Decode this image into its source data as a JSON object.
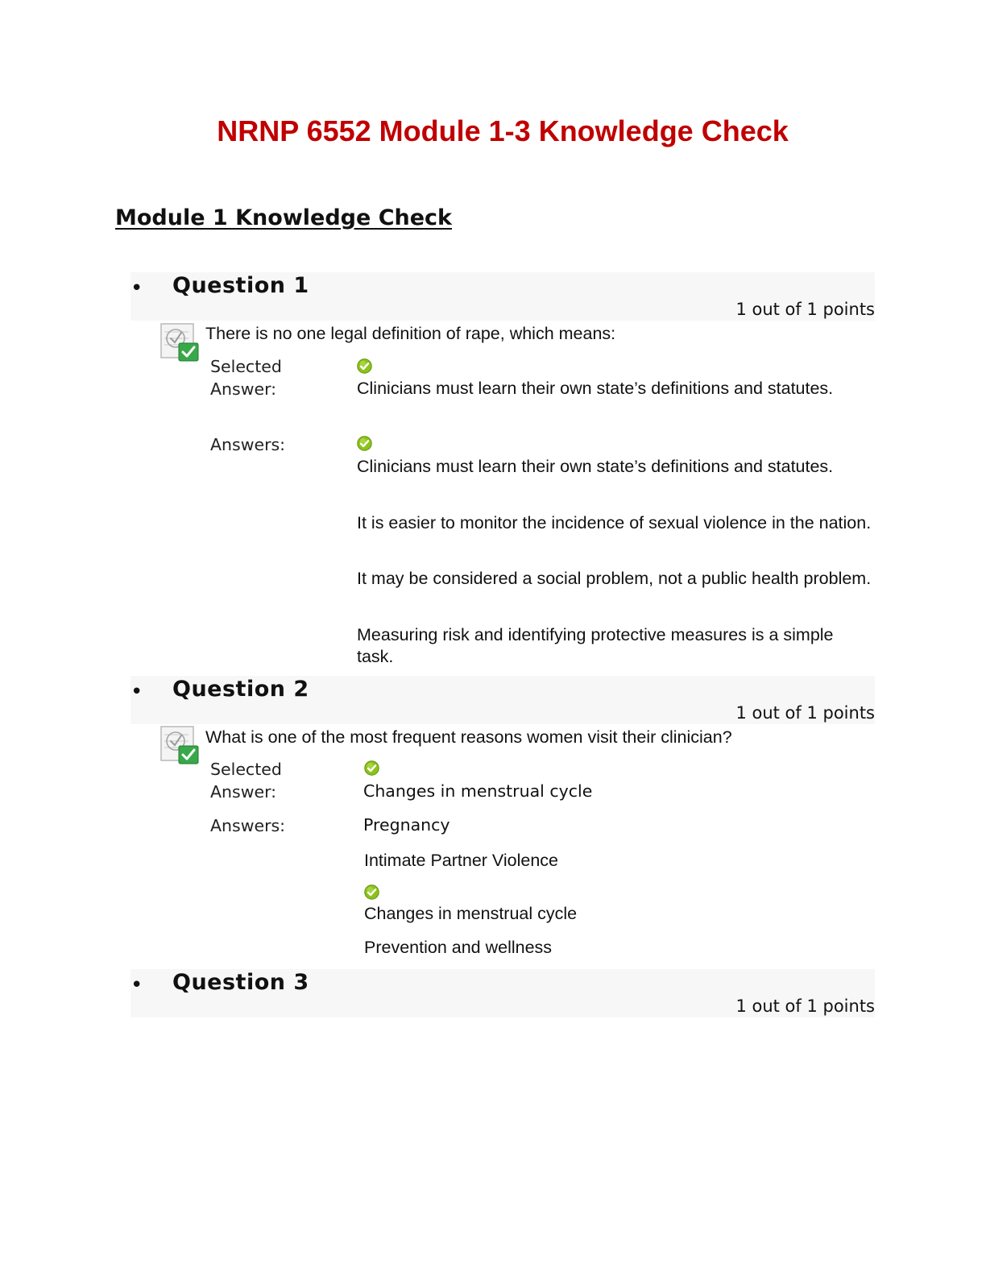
{
  "document": {
    "title": "NRNP 6552 Module 1-3 Knowledge Check",
    "section_heading": "Module 1 Knowledge Check"
  },
  "questions": [
    {
      "title": "Question 1",
      "points": "1 out of 1 points",
      "text": "There is no one legal definition of rape, which means:",
      "selected_label": "Selected Answer:",
      "selected_answer": "Clinicians must learn their own state’s definitions and statutes.",
      "answers_label": "Answers:",
      "answers": [
        "Clinicians must learn their own state’s definitions and statutes.",
        "It is easier to monitor the incidence of sexual violence in the nation.",
        "It may be considered a social problem, not a public health problem.",
        "Measuring risk and identifying protective measures is a simple task."
      ]
    },
    {
      "title": "Question 2",
      "points": "1 out of 1 points",
      "text": "What is one of the most frequent reasons women visit their clinician?",
      "selected_label": "Selected Answer:",
      "selected_answer": "Changes in menstrual cycle",
      "answers_label": "Answers:",
      "answers": [
        "Pregnancy",
        "Intimate Partner Violence",
        "Changes in menstrual cycle",
        "Prevention and wellness"
      ]
    },
    {
      "title": "Question 3",
      "points": "1 out of 1 points"
    }
  ],
  "bullet": "•",
  "icons": {
    "question": "graded-correct-icon",
    "correct": "green-check-icon"
  },
  "colors": {
    "title_red": "#c00000",
    "header_bg": "#f7f7f7",
    "check_green": "#7ab317"
  }
}
